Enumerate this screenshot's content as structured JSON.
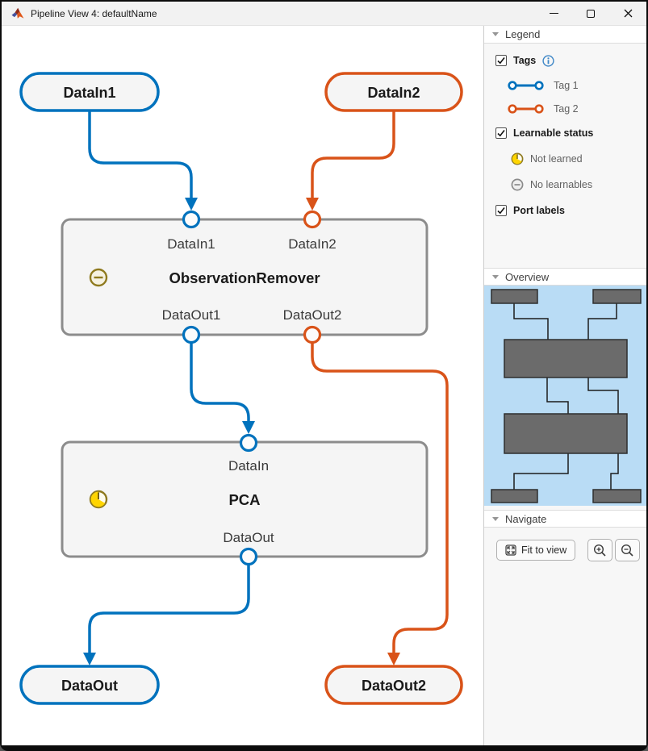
{
  "window": {
    "title": "Pipeline View 4: defaultName"
  },
  "colors": {
    "tag1_blue": "#0072BD",
    "tag2_orange": "#D95319",
    "block_border": "#8C8C8C",
    "block_fill": "#F5F5F5",
    "minimap_bg": "#B9DCF5",
    "minimap_node": "#6B6B6B",
    "not_learned_yellow": "#FFD500",
    "no_learnables_olive": "#8F7A1F"
  },
  "icons": {
    "app": "matlab-logo",
    "window": [
      "minimize-icon",
      "maximize-icon",
      "close-icon"
    ],
    "legend": [
      "info-icon",
      "not-learned-icon",
      "no-learnables-icon"
    ],
    "navigate": [
      "fit-to-view-icon",
      "zoom-in-icon",
      "zoom-out-icon"
    ]
  },
  "diagram": {
    "inputs": [
      {
        "label": "DataIn1",
        "color": "#0072BD"
      },
      {
        "label": "DataIn2",
        "color": "#D95319"
      }
    ],
    "blocks": [
      {
        "title": "ObservationRemover",
        "status": "No learnables",
        "in_ports": [
          "DataIn1",
          "DataIn2"
        ],
        "out_ports": [
          "DataOut1",
          "DataOut2"
        ]
      },
      {
        "title": "PCA",
        "status": "Not learned",
        "in_ports": [
          "DataIn"
        ],
        "out_ports": [
          "DataOut"
        ]
      }
    ],
    "outputs": [
      {
        "label": "DataOut",
        "color": "#0072BD"
      },
      {
        "label": "DataOut2",
        "color": "#D95319"
      }
    ]
  },
  "sidebar": {
    "legend": {
      "header": "Legend",
      "tags_label": "Tags",
      "tag_items": [
        {
          "label": "Tag 1",
          "color": "#0072BD"
        },
        {
          "label": "Tag 2",
          "color": "#D95319"
        }
      ],
      "learnable_label": "Learnable status",
      "learnable_items": [
        {
          "label": "Not learned"
        },
        {
          "label": "No learnables"
        }
      ],
      "port_labels_label": "Port labels"
    },
    "overview": {
      "header": "Overview"
    },
    "navigate": {
      "header": "Navigate",
      "fit_label": "Fit to view"
    }
  }
}
